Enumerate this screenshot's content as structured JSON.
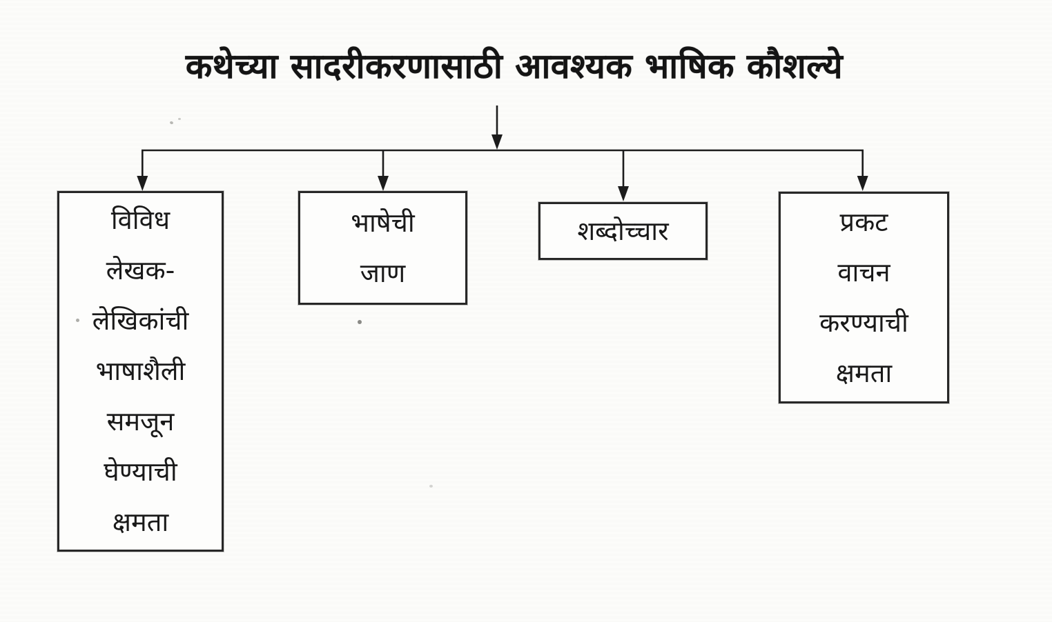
{
  "diagram": {
    "title": "कथेच्या सादरीकरणासाठी आवश्यक भाषिक कौशल्ये",
    "boxes": [
      {
        "id": "box-1",
        "text": "विविध\nलेखक-\nलेखिकांची\nभाषाशैली\nसमजून\nघेण्याची\nक्षमता"
      },
      {
        "id": "box-2",
        "text": "भाषेची\nजाण"
      },
      {
        "id": "box-3",
        "text": "शब्दोच्चार"
      },
      {
        "id": "box-4",
        "text": "प्रकट\nवाचन\nकरण्याची\nक्षमता"
      }
    ],
    "colors": {
      "ink": "#1c1c1c",
      "paper": "#fcfcfa",
      "box_border": "#272727"
    }
  }
}
